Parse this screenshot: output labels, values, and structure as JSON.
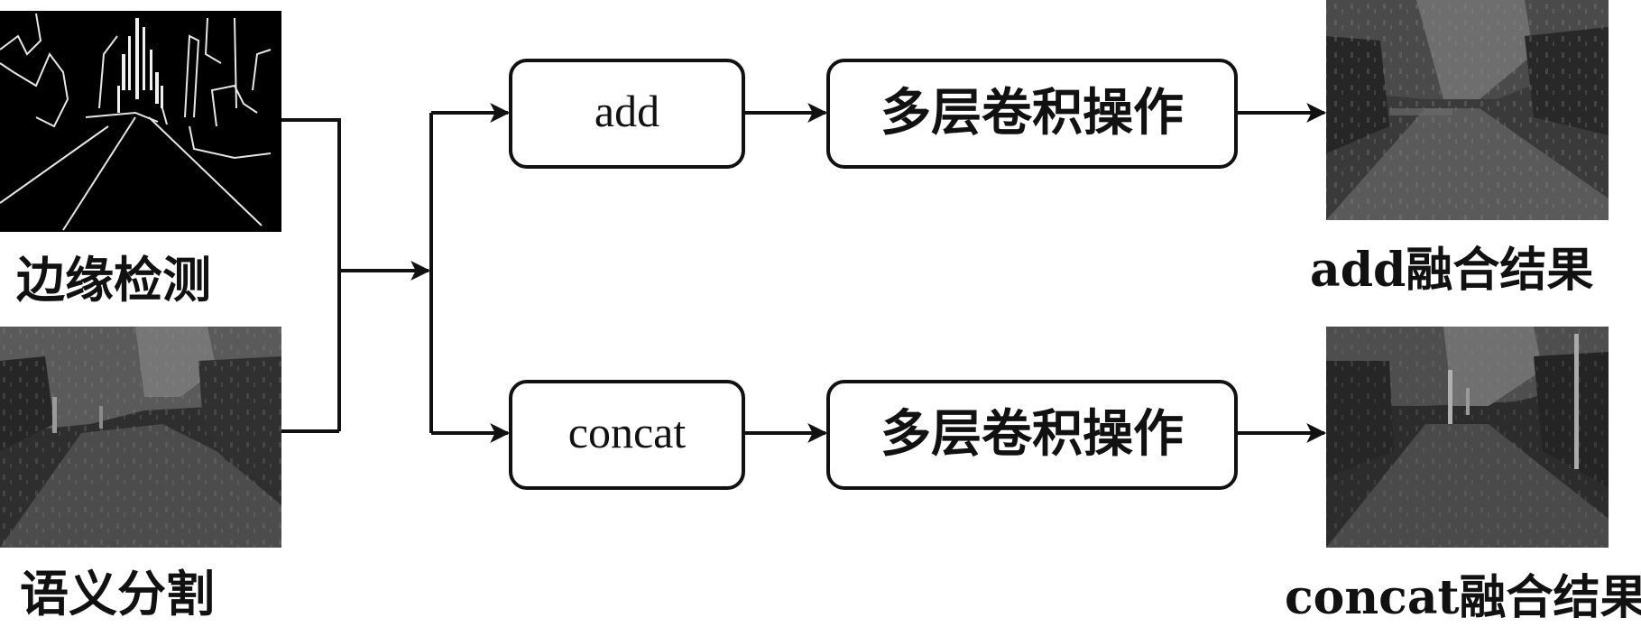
{
  "inputs": {
    "edge_label": "边缘检测",
    "seg_label": "语义分割"
  },
  "branches": {
    "add": {
      "op_label": "add",
      "conv_label": "多层卷积操作",
      "result_label": "add融合结果"
    },
    "concat": {
      "op_label": "concat",
      "conv_label": "多层卷积操作",
      "result_label": "concat融合结果"
    }
  },
  "colors": {
    "stroke": "#111111",
    "background": "#ffffff",
    "edge_image_bg": "#000000",
    "edge_lines": "#e8e8e8",
    "seg_sky": "#6a6a6a",
    "seg_road": "#4a4a4a",
    "seg_dark": "#2a2a2a"
  },
  "icons": {
    "edge_image": "edge-detection-image",
    "seg_image": "semantic-segmentation-image",
    "add_result_image": "add-fusion-result-image",
    "concat_result_image": "concat-fusion-result-image"
  }
}
